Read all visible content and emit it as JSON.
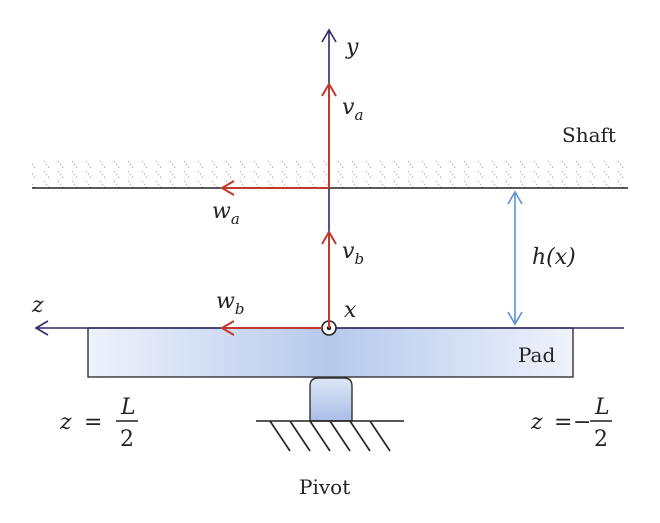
{
  "labels": {
    "y_axis": "y",
    "z_axis": "z",
    "x_axis": "x",
    "shaft": "Shaft",
    "pad": "Pad",
    "pivot": "Pivot",
    "gap": "h(x)",
    "v_a": {
      "base": "v",
      "sub": "a"
    },
    "v_b": {
      "base": "v",
      "sub": "b"
    },
    "w_a": {
      "base": "w",
      "sub": "a"
    },
    "w_b": {
      "base": "w",
      "sub": "b"
    },
    "z_left": {
      "lhs": "z",
      "eq": "=",
      "sign": "",
      "num": "L",
      "den": "2"
    },
    "z_right": {
      "lhs": "z",
      "eq": "=",
      "sign": "−",
      "num": "L",
      "den": "2"
    }
  },
  "colors": {
    "axis": "#2b2a6b",
    "velocity": "#c0392b",
    "gap_arrow": "#5b8fd6",
    "pad_edge": "#333333",
    "pad_fill_center": "#b7c9ec",
    "pad_fill_edge": "#eef2fb",
    "shaft_hatch": "#9aa0aa"
  }
}
